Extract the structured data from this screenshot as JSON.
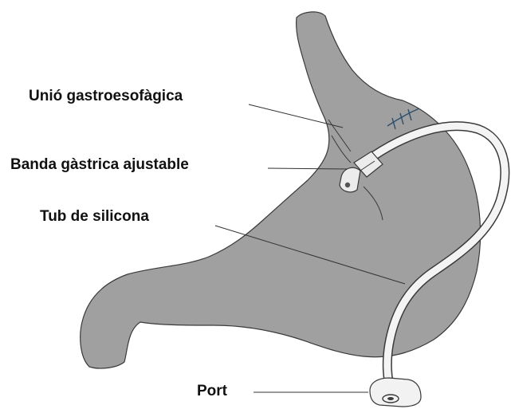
{
  "labels": {
    "gastroesophageal_junction": "Unió gastroesofàgica",
    "adjustable_band": "Banda gàstrica ajustable",
    "silicone_tube": "Tub de silicona",
    "port": "Port"
  },
  "colors": {
    "stomach_fill": "#a0a0a0",
    "outline": "#3a3a3a",
    "tube_fill": "#f4f4f4",
    "suture": "#2f4f6a",
    "text": "#111111"
  }
}
